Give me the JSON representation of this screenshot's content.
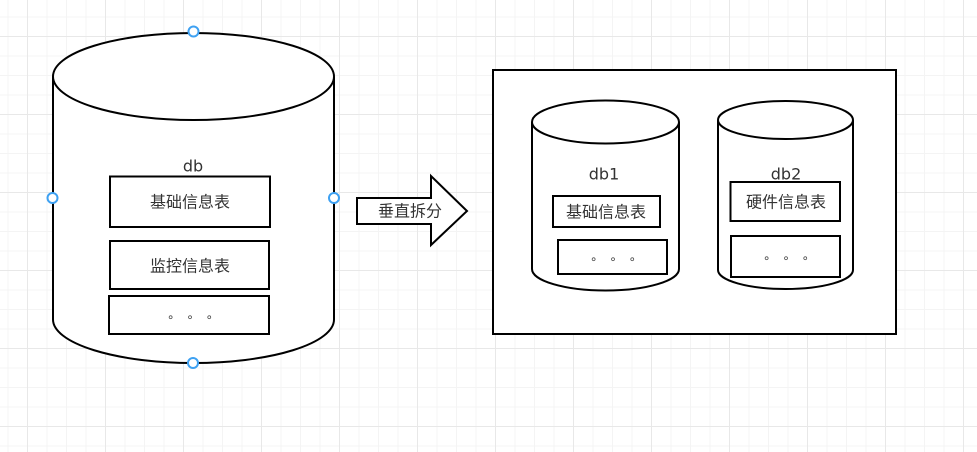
{
  "canvas": {
    "background": "#ffffff",
    "grid_minor_color": "#f4f4f4",
    "grid_major_color": "#e8e8e8"
  },
  "source_db": {
    "label": "db",
    "tables": [
      "基础信息表",
      "监控信息表"
    ],
    "ellipsis": "∘ ∘ ∘"
  },
  "transform_arrow": {
    "label": "垂直拆分"
  },
  "result_group": {
    "databases": [
      {
        "label": "db1",
        "tables": [
          "基础信息表"
        ],
        "ellipsis": "∘ ∘ ∘"
      },
      {
        "label": "db2",
        "tables": [
          "硬件信息表"
        ],
        "ellipsis": "∘ ∘ ∘"
      }
    ]
  },
  "selection": {
    "handle_color": "#3ea1f2",
    "handles": [
      "top",
      "left",
      "right",
      "bottom"
    ]
  },
  "colors": {
    "shape_stroke": "#000000",
    "text": "#333333"
  }
}
